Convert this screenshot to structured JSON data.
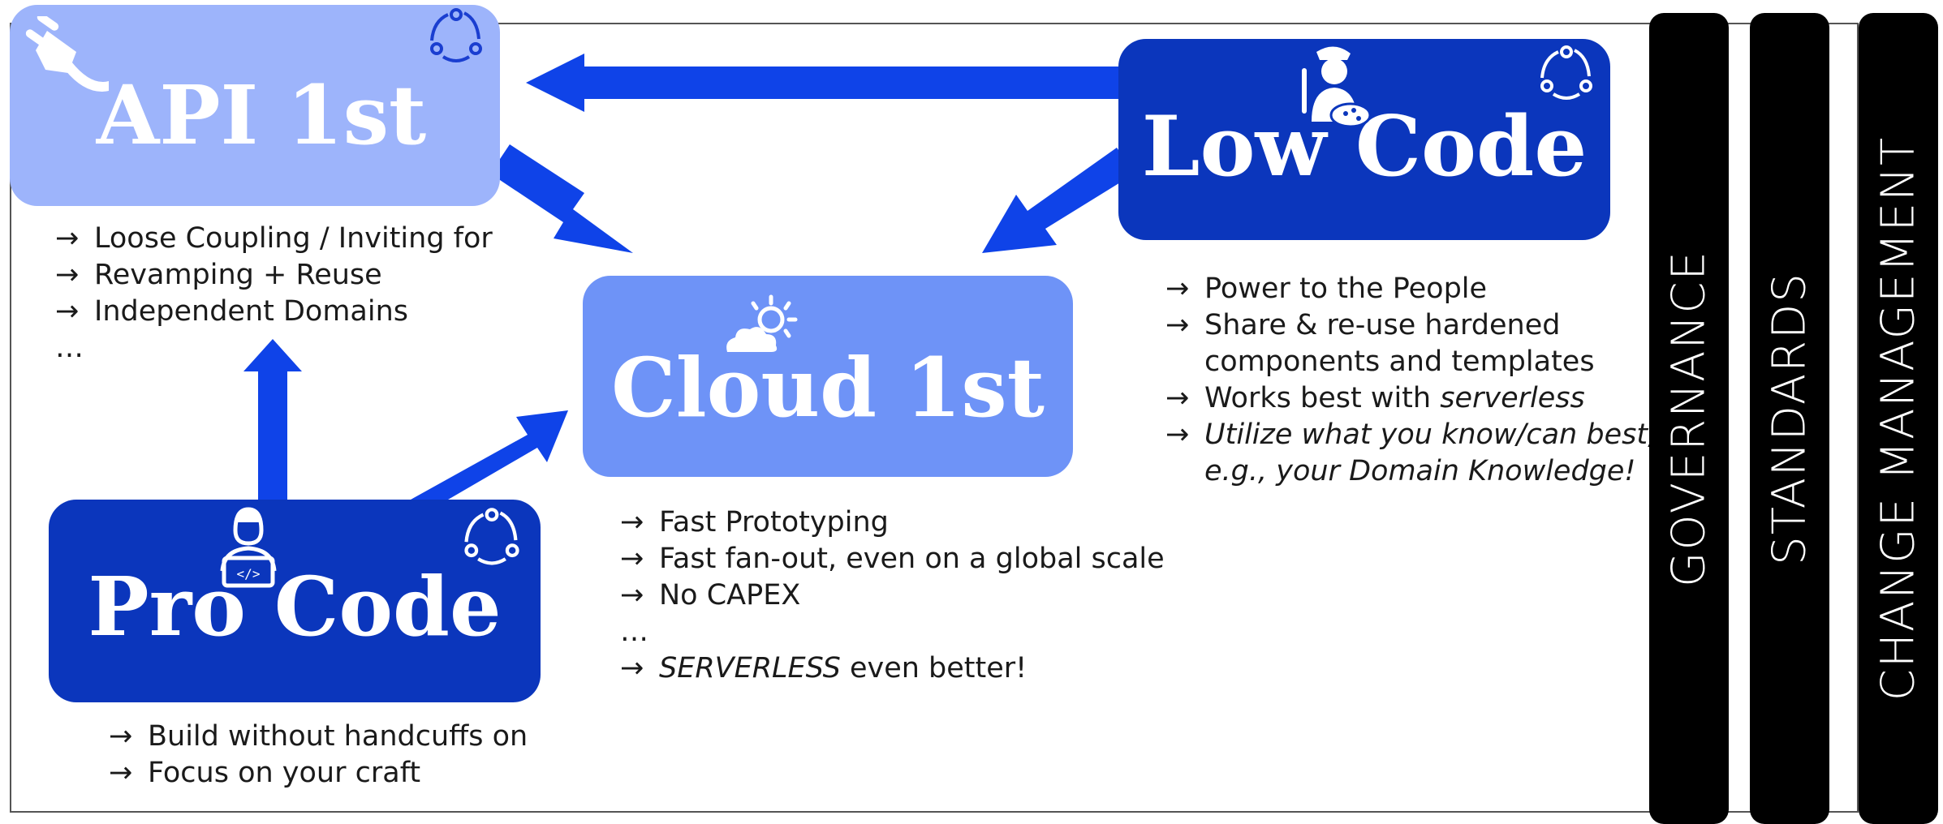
{
  "colors": {
    "light_blue": "#9db4fb",
    "mid_blue": "#6e93f7",
    "dark_blue": "#0b36bc",
    "arrow_blue": "#0f43e8",
    "pillar": "#000000"
  },
  "api_first": {
    "title": "API 1st",
    "icons": [
      "plug-icon",
      "cycle-arrows-icon"
    ],
    "bullets": [
      "Loose Coupling / Inviting for",
      "Revamping + Reuse",
      "Independent Domains"
    ],
    "ellipsis": "…"
  },
  "cloud_first": {
    "title": "Cloud 1st",
    "icons": [
      "sun-cloud-icon"
    ],
    "bullets": [
      "Fast Prototyping",
      "Fast fan-out, even on a global scale",
      "No CAPEX"
    ],
    "ellipsis": "…",
    "last_bullet_italic": "SERVERLESS",
    "last_bullet_rest": " even better!"
  },
  "low_code": {
    "title": "Low Code",
    "icons": [
      "painter-icon",
      "cycle-arrows-icon"
    ],
    "bullet1": "Power to the People",
    "bullet2_line1": "Share & re-use hardened",
    "bullet2_line2": "components and templates",
    "bullet3_text": "Works best with ",
    "bullet3_italic": "serverless",
    "bullet4_line1": "Utilize what you know/can best,",
    "bullet4_line2": "e.g., your Domain Knowledge!"
  },
  "pro_code": {
    "title": "Pro Code",
    "icons": [
      "developer-icon",
      "cycle-arrows-icon"
    ],
    "bullets": [
      "Build without handcuffs on",
      "Focus on your craft"
    ]
  },
  "arrow_glyph": "→",
  "pillars": [
    "GOVERNANCE",
    "STANDARDS",
    "CHANGE MANAGEMENT"
  ]
}
